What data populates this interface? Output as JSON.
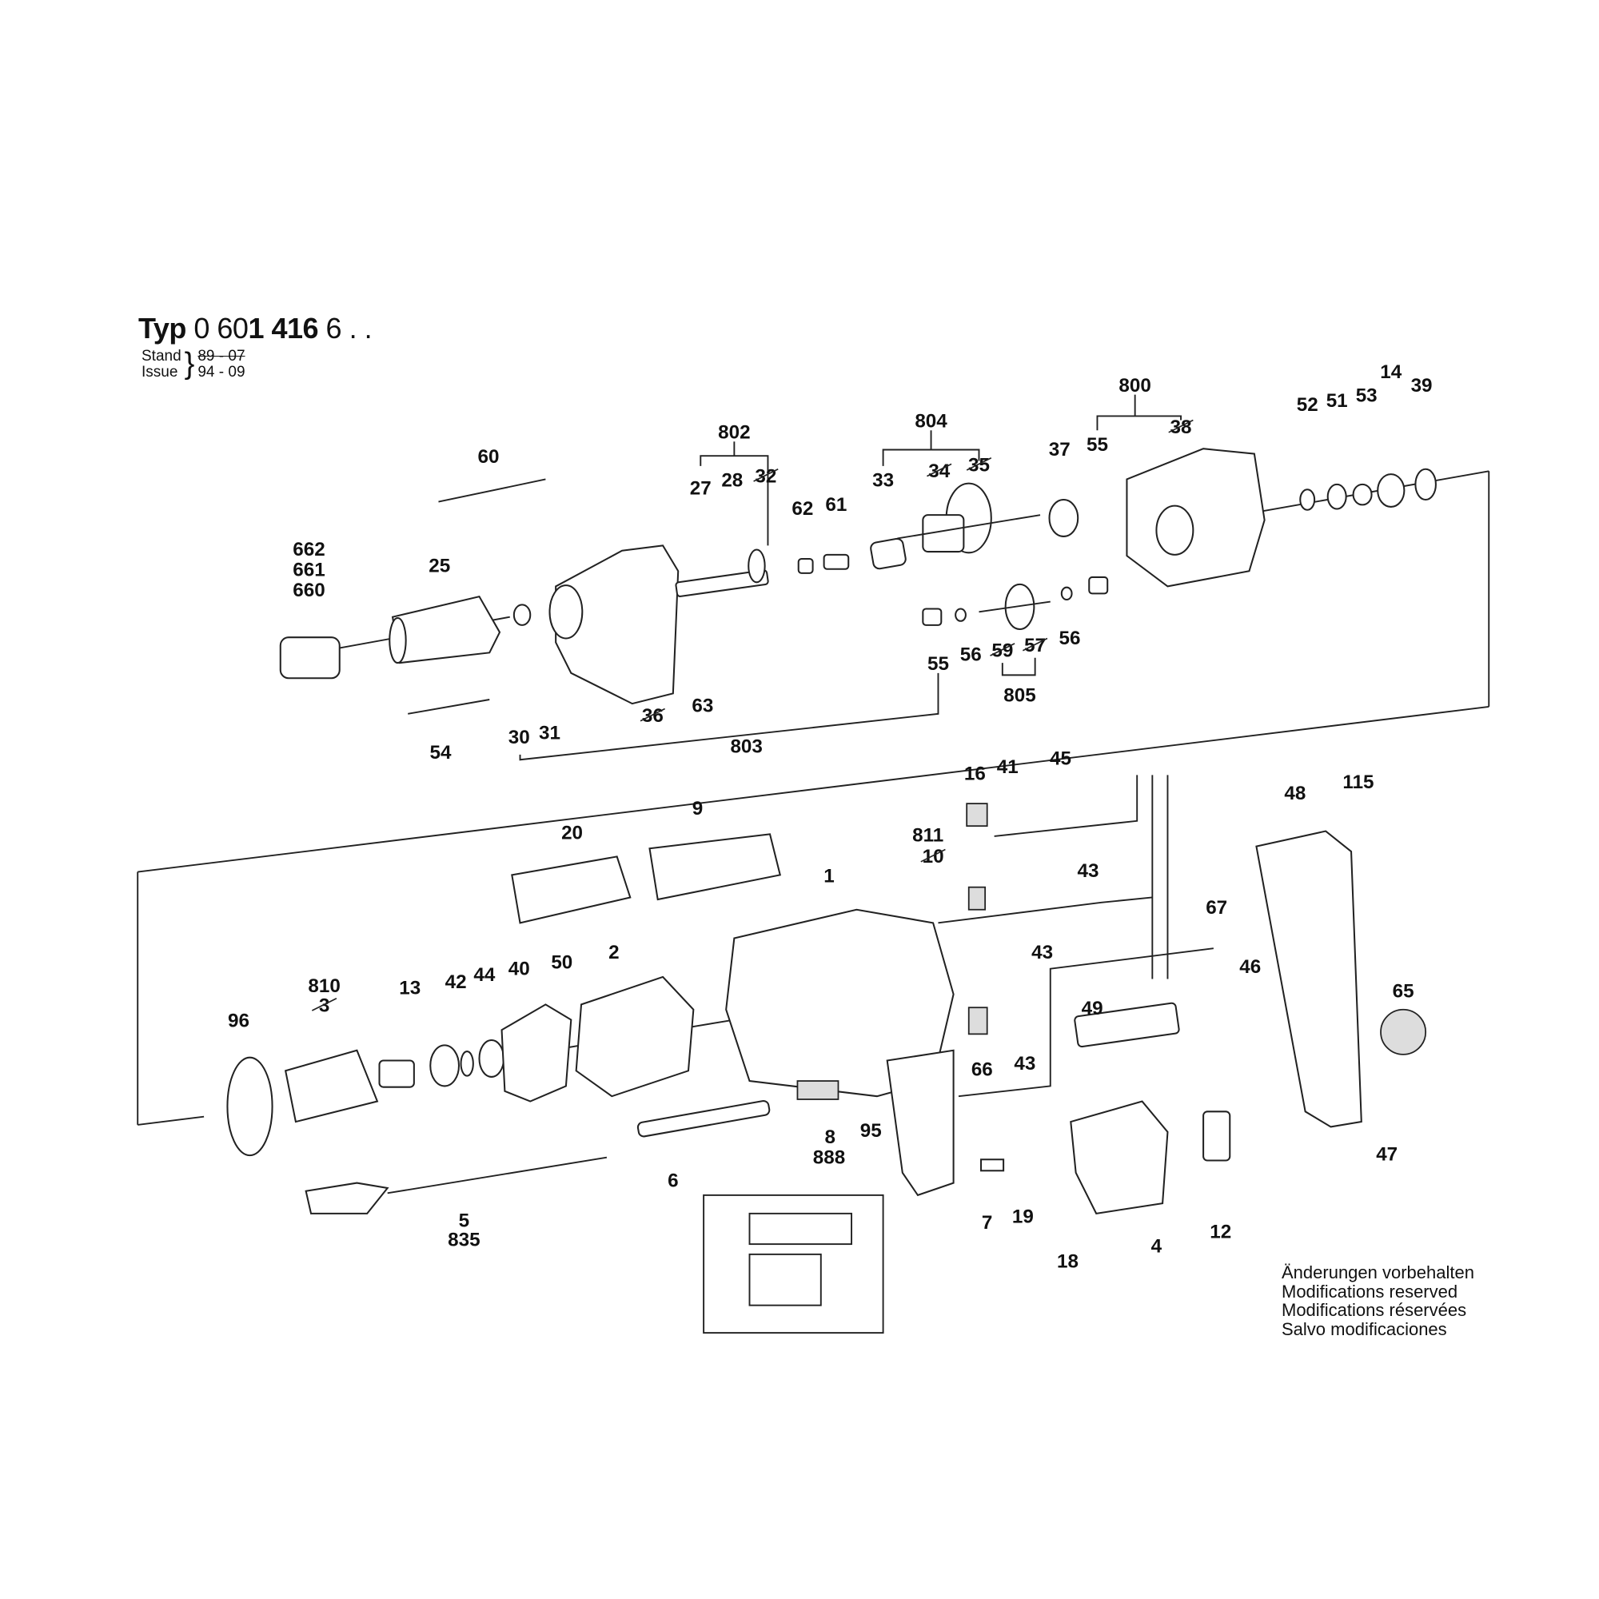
{
  "header": {
    "typ_label": "Typ",
    "typ_prefix": "0 60",
    "typ_bold": "1 416",
    "typ_suffix": "6 . .",
    "stand_label": "Stand",
    "issue_label": "Issue",
    "stand_value": "89 - 07",
    "issue_value": "94 - 09"
  },
  "notes": [
    "Änderungen vorbehalten",
    "Modifications reserved",
    "Modifications réservées",
    "Salvo modificaciones"
  ],
  "part_labels": [
    "60",
    "662",
    "661",
    "660",
    "25",
    "802",
    "27",
    "28",
    "32",
    "62",
    "61",
    "804",
    "33",
    "34",
    "35",
    "37",
    "800",
    "55",
    "38",
    "52",
    "51",
    "53",
    "14",
    "39",
    "55",
    "56",
    "59",
    "57",
    "56",
    "805",
    "63",
    "36",
    "30",
    "31",
    "803",
    "54",
    "16",
    "41",
    "45",
    "811",
    "10",
    "43",
    "20",
    "9",
    "1",
    "48",
    "115",
    "67",
    "43",
    "46",
    "65",
    "49",
    "66",
    "43",
    "810",
    "3",
    "96",
    "13",
    "42",
    "44",
    "40",
    "50",
    "2",
    "8",
    "888",
    "95",
    "6",
    "5",
    "835",
    "7",
    "19",
    "18",
    "4",
    "12",
    "47"
  ]
}
